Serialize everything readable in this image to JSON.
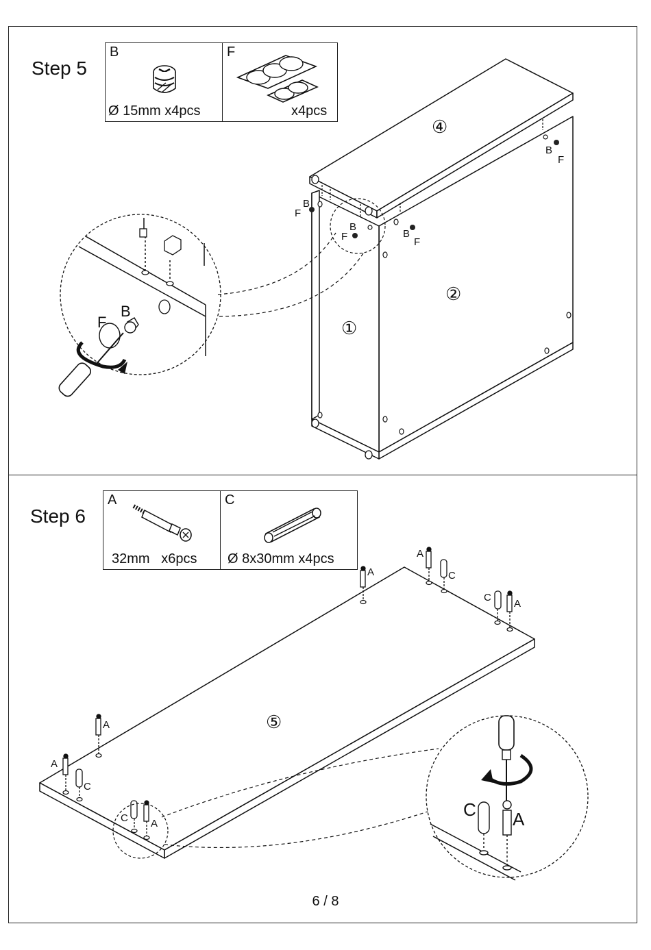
{
  "page": {
    "number": "6 / 8"
  },
  "steps": [
    {
      "title": "Step 5",
      "parts": [
        {
          "code": "B",
          "diameter_symbol": "Ø",
          "size": "15mm",
          "qty": "x4pcs",
          "icon": "cam-lock-icon"
        },
        {
          "code": "F",
          "qty": "x4pcs",
          "icon": "sticker-cap-icon"
        }
      ],
      "panels": [
        "④",
        "②",
        "①"
      ],
      "labels": {
        "B": "B",
        "F": "F"
      }
    },
    {
      "title": "Step 6",
      "parts": [
        {
          "code": "A",
          "size": "32mm",
          "qty": "x6pcs",
          "icon": "cam-bolt-icon"
        },
        {
          "code": "C",
          "diameter_symbol": "Ø",
          "size": "8x30mm",
          "qty": "x4pcs",
          "icon": "wood-dowel-icon"
        }
      ],
      "panels": [
        "⑤"
      ],
      "labels": {
        "A": "A",
        "C": "C"
      }
    }
  ]
}
